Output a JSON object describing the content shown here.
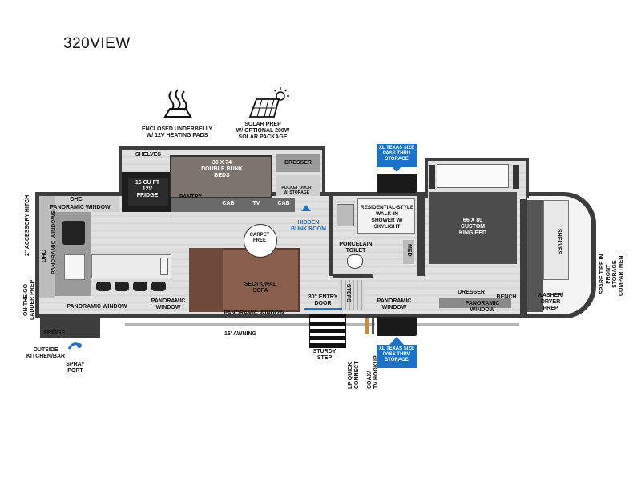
{
  "model_name": "320VIEW",
  "features": {
    "underbelly": "ENCLOSED UNDERBELLY\nW/ 12V HEATING PADS",
    "solar": "SOLAR PREP\nW/ OPTIONAL 200W\nSOLAR PACKAGE"
  },
  "pass_thru_top": "XL TEXAS SIZE\nPASS THRU\nSTORAGE",
  "pass_thru_bottom": "XL TEXAS SIZE\nPASS THRU\nSTORAGE",
  "labels": {
    "shelves_top": "SHELVES",
    "bunk_beds": "30 X 74\nDOUBLE BUNK\nBEDS",
    "dresser_top": "DRESSER",
    "fridge_inside": "16 CU FT\n12V\nFRIDGE",
    "pantry": "PANTRY",
    "cab1": "CAB",
    "tv": "TV",
    "cab2": "CAB",
    "pocket_door": "POCKET DOOR\nW/ STORAGE",
    "hidden_bunk": "HIDDEN\nBUNK ROOM",
    "ohc_top": "OHC",
    "panoramic_window_top": "PANORAMIC WINDOW",
    "panoramic_windows_side": "PANORAMIC WINDOWS",
    "ohc_side": "OHC",
    "accessory_hitch": "2\" ACCESSORY HITCH",
    "ladder_prep": "ON-THE-GO\nLADDER PREP",
    "carpet_free": "CARPET\nFREE",
    "sectional_sofa": "SECTIONAL\nSOFA",
    "panoramic_window_left": "PANORAMIC WINDOW",
    "panoramic_window_mid": "PANORAMIC\nWINDOW",
    "panoramic_window_sofa": "PANORAMIC WINDOW",
    "entry_door": "30\" ENTRY\nDOOR",
    "awning": "16' AWNING",
    "fridge_outside": "FRIDGE",
    "outside_kitchen": "OUTSIDE\nKITCHEN/BAR",
    "spray_port": "SPRAY\nPORT",
    "sturdy_step": "STURDY\nSTEP",
    "lp_quick": "LP QUICK\nCONNECT",
    "coax": "COAX/\nTV HOOKUP",
    "shower": "RESIDENTIAL-STYLE\nWALK-IN\nSHOWER W/\nSKYLIGHT",
    "porcelain_toilet": "PORCELAIN\nTOILET",
    "med": "MED",
    "steps": "STEPS",
    "panoramic_window_bath": "PANORAMIC\nWINDOW",
    "king_bed": "66 X 80\nCUSTOM\nKING BED",
    "dresser_bed": "DRESSER",
    "bench": "BENCH",
    "panoramic_window_bed": "PANORAMIC\nWINDOW",
    "shelves_right": "SHELVES",
    "washer_dryer": "WASHER/\nDRYER\nPREP",
    "spare_tire": "SPARE TIRE IN FRONT\nSTORAGE COMPARTMENT"
  }
}
